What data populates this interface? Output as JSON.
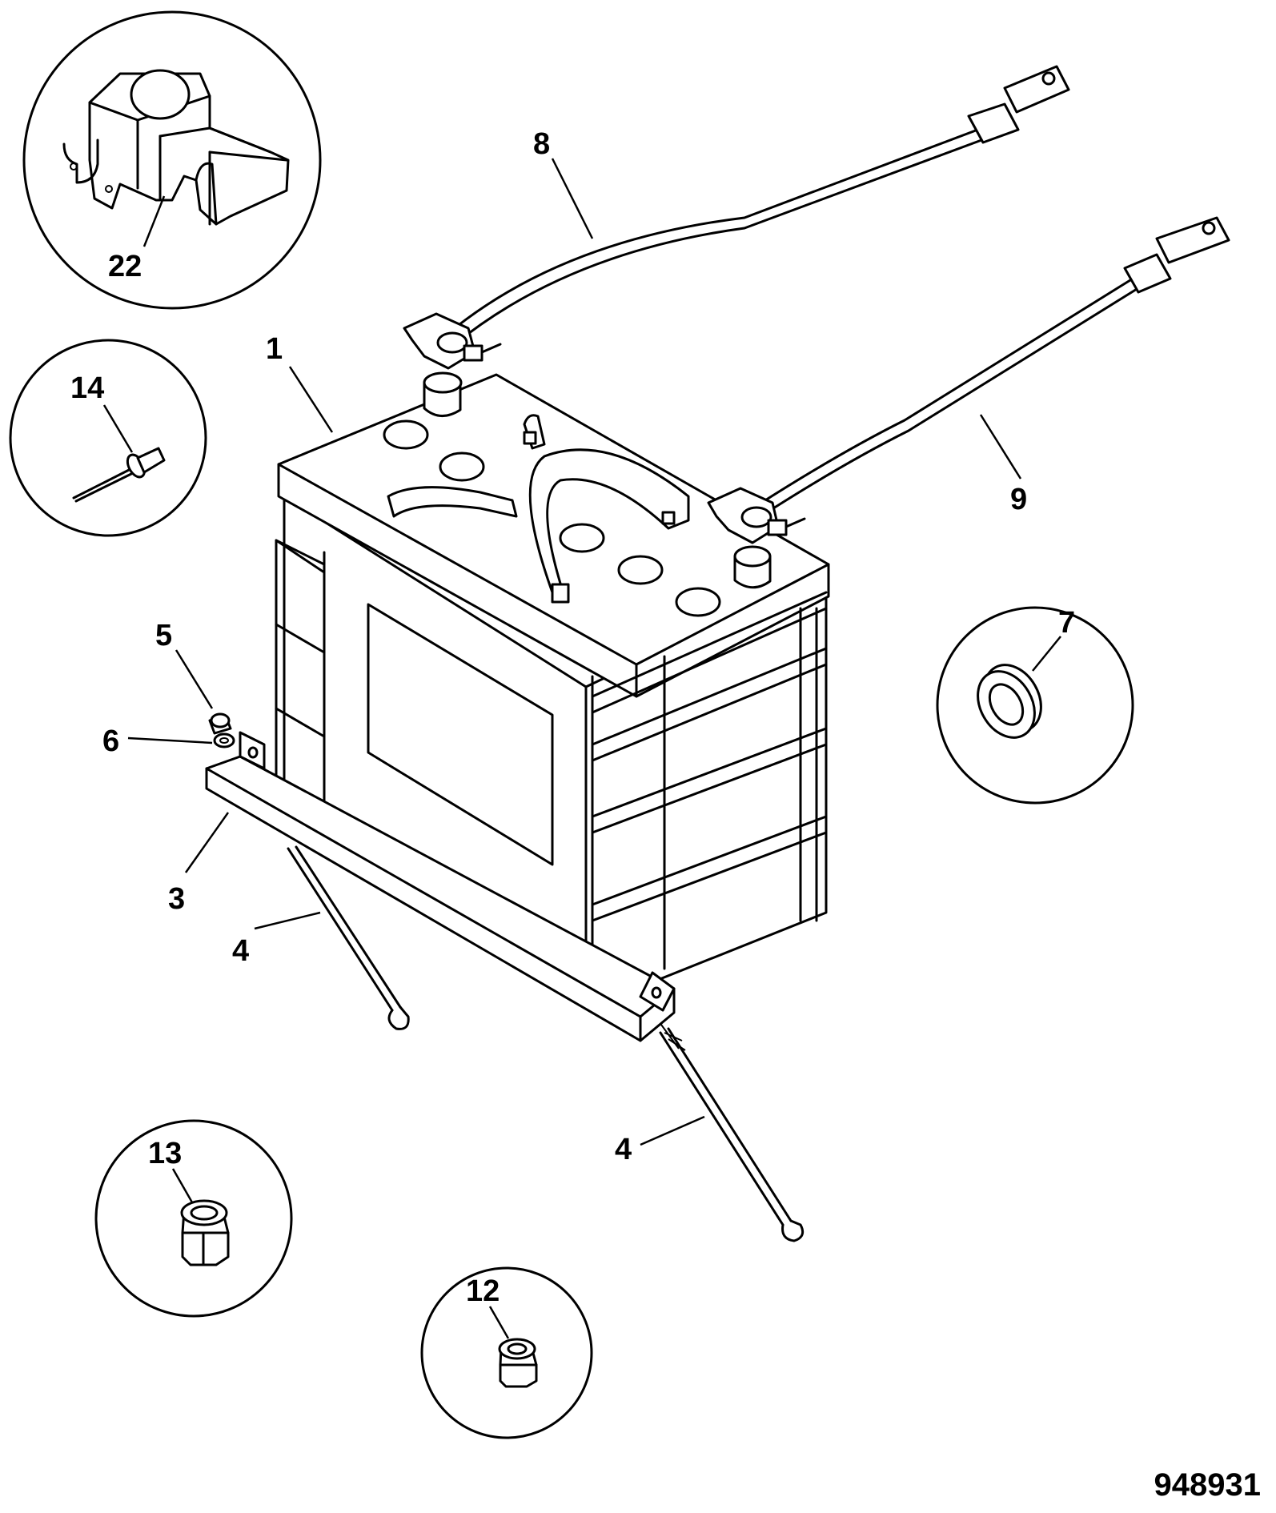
{
  "figure_number": "948931",
  "labels": {
    "battery": "1",
    "hold_down_bracket": "3",
    "rod_left": "4",
    "rod_right": "4",
    "nut_5": "5",
    "washer_6": "6",
    "grommet_7": "7",
    "cable_8": "8",
    "cable_9": "9",
    "nut_12": "12",
    "nut_13": "13",
    "rivet_14": "14",
    "terminal_cover_22": "22"
  }
}
